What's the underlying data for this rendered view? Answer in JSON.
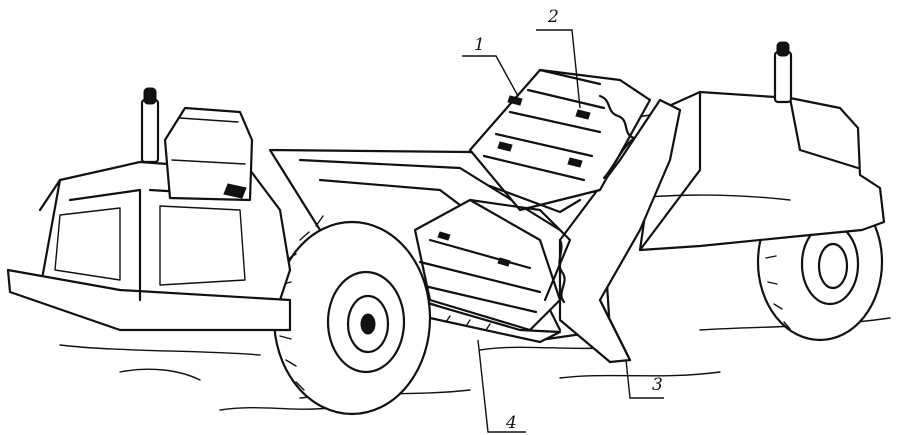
{
  "diagram": {
    "callouts": [
      {
        "id": "1",
        "label": "1"
      },
      {
        "id": "2",
        "label": "2"
      },
      {
        "id": "3",
        "label": "3"
      },
      {
        "id": "4",
        "label": "4"
      }
    ]
  },
  "colors": {
    "ink": "#111111",
    "paper": "#ffffff"
  }
}
